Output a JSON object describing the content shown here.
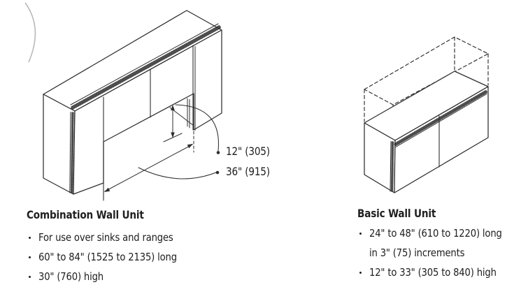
{
  "page": {
    "background_color": "#ffffff",
    "ink_color": "#2e2e2e",
    "text_color": "#202020",
    "artifact_color": "#b9b9b9"
  },
  "combination_unit": {
    "title": "Combination Wall Unit",
    "bullets": [
      "For use over sinks and ranges",
      "60\" to 84\" (1525 to 2135) long",
      "30\" (760) high"
    ],
    "dimension_labels": {
      "opening_height": "12\" (305)",
      "opening_length": "36\" (915)"
    }
  },
  "basic_unit": {
    "title": "Basic Wall Unit",
    "bullets": [
      {
        "lines": [
          "24\" to 48\" (610 to 1220) long",
          "in 3\" (75) increments"
        ]
      },
      {
        "lines": [
          "12\" to 33\" (305 to 840) high"
        ]
      }
    ]
  }
}
